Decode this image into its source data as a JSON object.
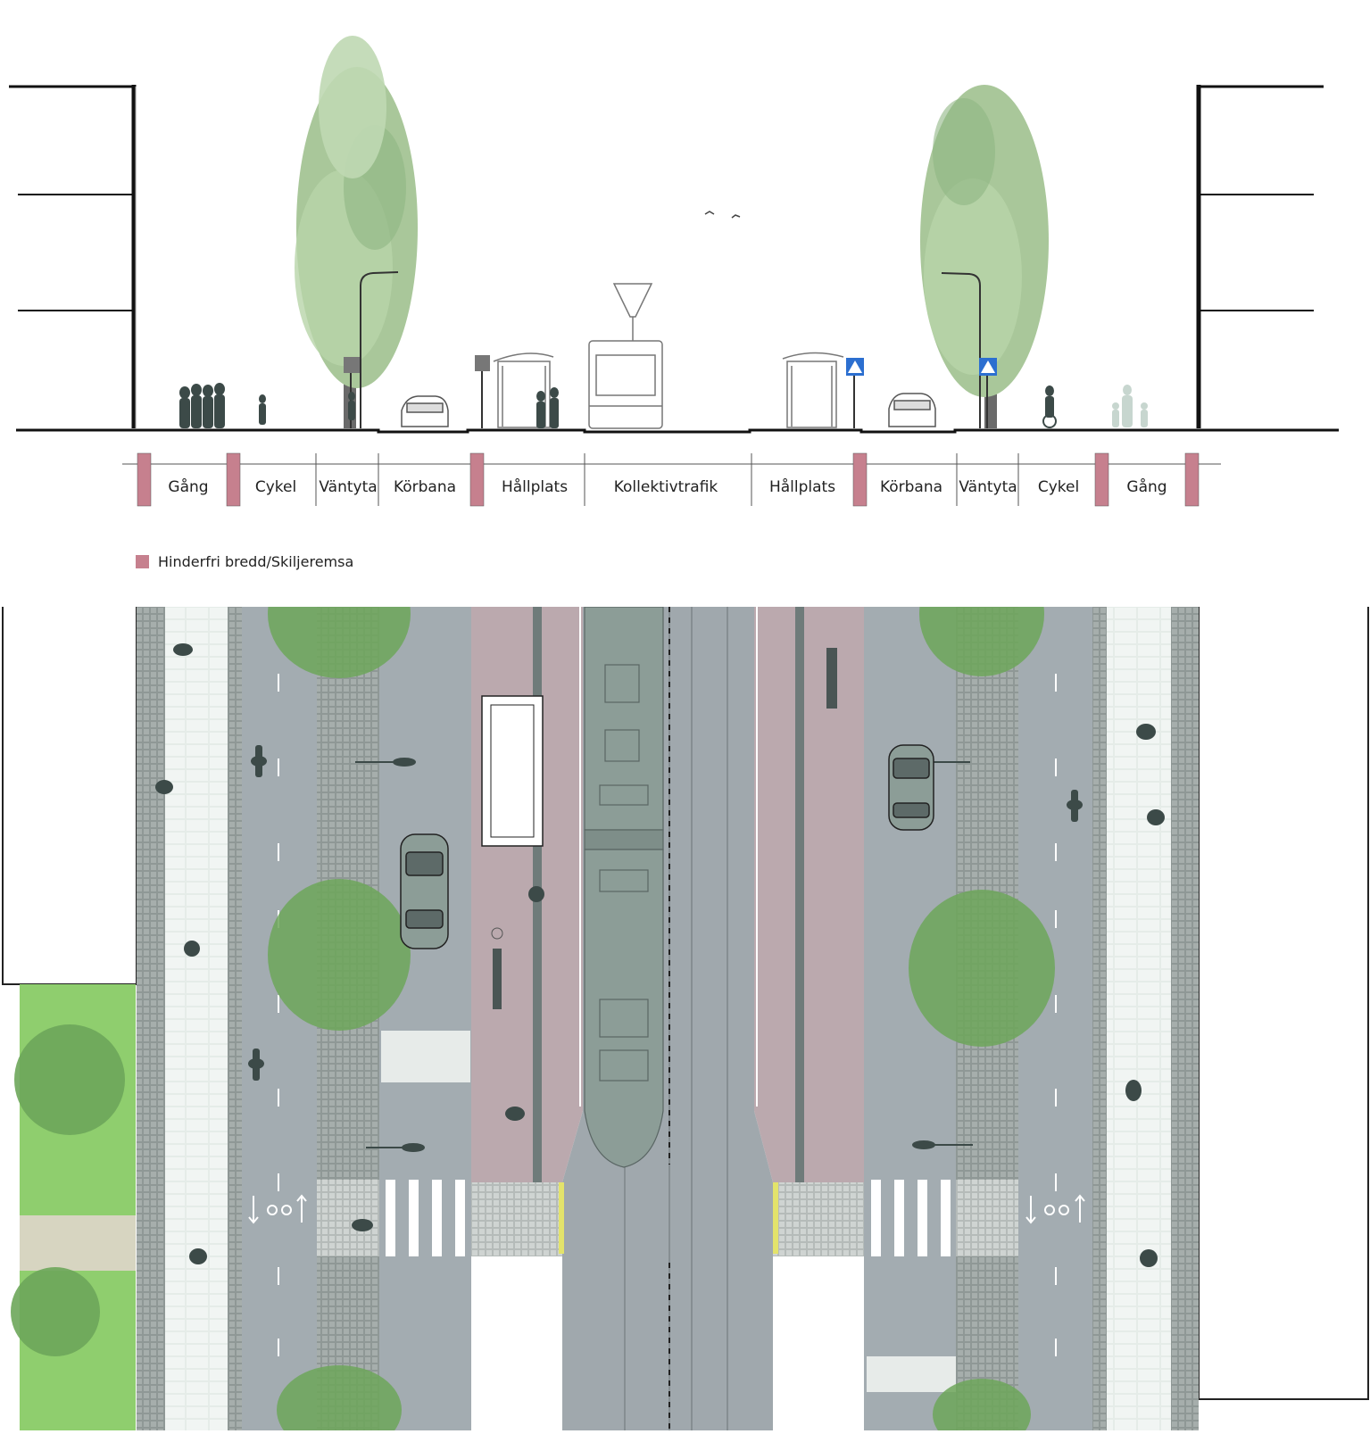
{
  "section": {
    "zones": [
      {
        "label": "Gång"
      },
      {
        "label": "Cykel"
      },
      {
        "label": "Väntyta"
      },
      {
        "label": "Körbana"
      },
      {
        "label": "Hållplats"
      },
      {
        "label": "Kollektivtrafik"
      },
      {
        "label": "Hållplats"
      },
      {
        "label": "Körbana"
      },
      {
        "label": "Väntyta"
      },
      {
        "label": "Cykel"
      },
      {
        "label": "Gång"
      }
    ]
  },
  "legend": {
    "label": "Hinderfri bredd/Skiljeremsa",
    "color": "#c6808e"
  },
  "colors": {
    "tree": "#a9c79a",
    "tree_dark": "#7da776",
    "pavement": "#a3acb1",
    "stop_platform": "#bba9ae",
    "tram": "#8c9d97",
    "grass": "#8fce6e",
    "silhouette": "#3c4a48"
  }
}
